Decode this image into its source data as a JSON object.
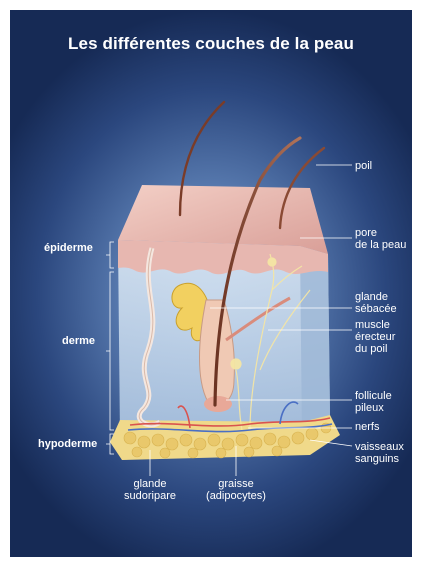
{
  "title": "Les différentes couches de la peau",
  "labels": {
    "epiderme": "épiderme",
    "derme": "derme",
    "hypoderme": "hypoderme",
    "poil": "poil",
    "pore": [
      "pore",
      "de la peau"
    ],
    "glande_sebacee": [
      "glande",
      "sébacée"
    ],
    "muscle": [
      "muscle",
      "érecteur",
      "du poil"
    ],
    "follicule": [
      "follicule",
      "pileux"
    ],
    "nerfs": "nerfs",
    "vaisseaux": [
      "vaisseaux",
      "sanguins"
    ],
    "glande_sudoripare": [
      "glande",
      "sudoripare"
    ],
    "graisse": [
      "graisse",
      "(adipocytes)"
    ]
  },
  "colors": {
    "background": "#2b477e",
    "skin_top": "#e6b3ad",
    "dermis": "#bcd3ea",
    "fat": "#f2dc8e",
    "hair": "#8b4a32",
    "leader": "#ffffff"
  }
}
